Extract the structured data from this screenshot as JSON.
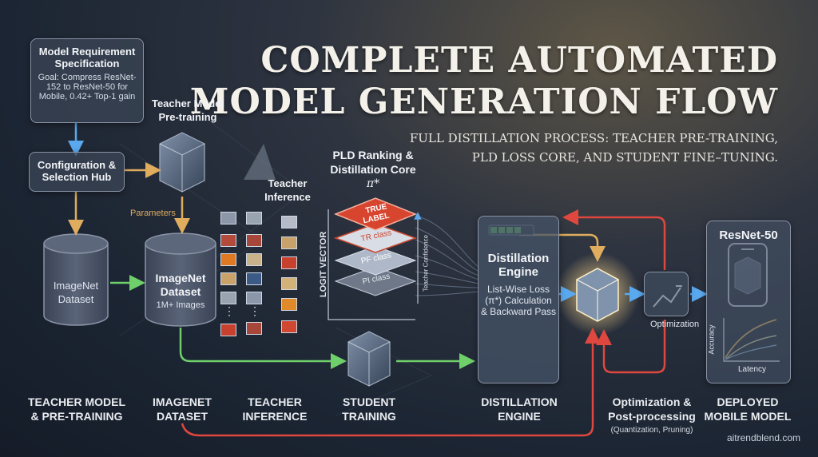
{
  "title": {
    "line1": "COMPLETE AUTOMATED",
    "line2": "MODEL GENERATION FLOW",
    "subtitle_line1": "FULL DISTILLATION PROCESS: TEACHER PRE-TRAINING,",
    "subtitle_line2": "PLD LOSS CORE, AND STUDENT FINE–TUNING."
  },
  "spec_box": {
    "title_line1": "Model Requirement",
    "title_line2": "Specification",
    "goal_line1": "Goal: Compress ResNet-",
    "goal_line2": "152 to ResNet-50 for",
    "goal_line3": "Mobile, 0.42+ Top-1 gain"
  },
  "config_hub": {
    "line1": "Configuration &",
    "line2": "Selection Hub"
  },
  "teacher_model": {
    "line1": "Teacher Model",
    "line2": "Pre-training",
    "parameters": "Parameters"
  },
  "imagenet_cylinder": {
    "line1": "ImageNet",
    "line2": "Dataset"
  },
  "imagenet_dataset": {
    "line1": "ImageNet",
    "line2": "Dataset",
    "line3": "1M+ Images"
  },
  "teacher_inference": {
    "line1": "Teacher",
    "line2": "Inference",
    "dots": "⋮"
  },
  "pld": {
    "title_line1": "PLD Ranking &",
    "title_line2": "Distillation Core",
    "pi": "π*",
    "logit_vector": "LOGIT VECTOR",
    "teacher_confidence": "Teacher Confidence",
    "card1_line1": "TRUE",
    "card1_line2": "LABEL",
    "card2_line1": "TR",
    "card2_line2": "class",
    "card3_line1": "PF",
    "card3_line2": "class",
    "card4_line1": "PI",
    "card4_line2": "class"
  },
  "distillation_engine": {
    "line1": "Distillation",
    "line2": "Engine",
    "desc1": "List-Wise Loss",
    "desc2": "(π*) Calculation",
    "desc3": "& Backward Pass"
  },
  "optimization_label": "Optimization",
  "deployed": {
    "model": "ResNet-50",
    "y_axis": "Accuracy",
    "x_axis": "Latency"
  },
  "stages": {
    "s1_line1": "TEACHER MODEL",
    "s1_line2": "& PRE-TRAINING",
    "s2_line1": "IMAGENET",
    "s2_line2": "DATASET",
    "s3_line1": "TEACHER",
    "s3_line2": "INFERENCE",
    "s4_line1": "STUDENT",
    "s4_line2": "TRAINING",
    "s5_line1": "DISTILLATION",
    "s5_line2": "ENGINE",
    "s6_line1": "Optimization &",
    "s6_line2": "Post-processing",
    "s6_line3": "(Quantization, Pruning)",
    "s7_line1": "DEPLOYED",
    "s7_line2": "MOBILE MODEL"
  },
  "watermark": "aitrendblend.com",
  "colors": {
    "arrow_green": "#6fcf6a",
    "arrow_orange": "#e0ac5e",
    "arrow_red": "#e0473e",
    "arrow_blue": "#5aa8ee",
    "card_red": "#d8452f",
    "glow": "#ffd88a"
  }
}
